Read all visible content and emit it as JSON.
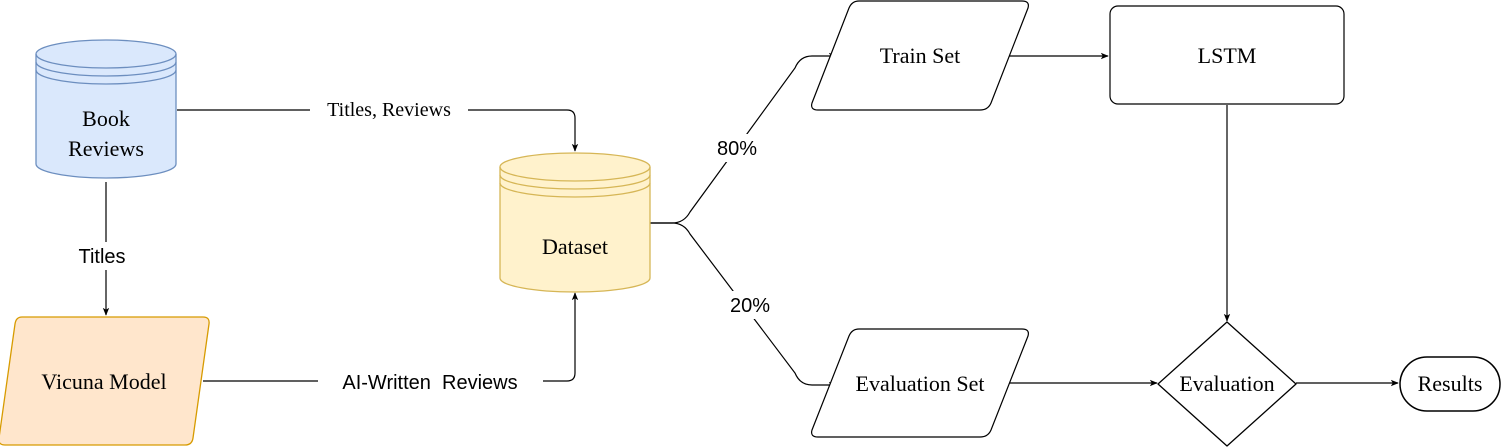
{
  "nodes": {
    "book_reviews": {
      "line1": "Book",
      "line2": "Reviews",
      "fill": "#dae8fc",
      "stroke": "#6c8ebf"
    },
    "vicuna_model": {
      "label": "Vicuna Model",
      "fill": "#ffe6cc",
      "stroke": "#d79b00"
    },
    "dataset": {
      "label": "Dataset",
      "fill": "#fff2cc",
      "stroke": "#d6b656"
    },
    "train_set": {
      "label": "Train Set"
    },
    "evaluation_set": {
      "label": "Evaluation Set"
    },
    "lstm": {
      "label": "LSTM"
    },
    "evaluation": {
      "label": "Evaluation"
    },
    "results": {
      "label": "Results"
    }
  },
  "edges": {
    "reviews_to_dataset": "Titles, Reviews",
    "reviews_to_vicuna": "Titles",
    "vicuna_to_dataset": "AI-Written  Reviews",
    "split_train": "80%",
    "split_eval": "20%"
  }
}
